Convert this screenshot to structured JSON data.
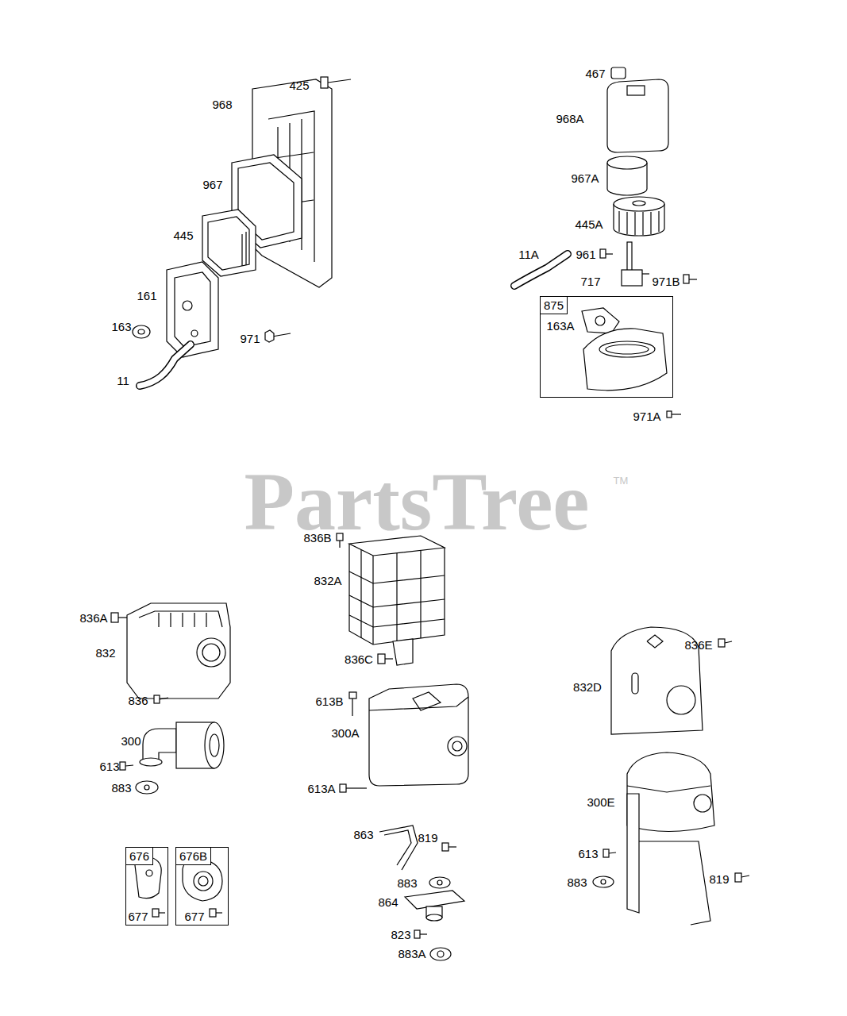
{
  "diagram": {
    "nodes": [
      {
        "text": [
          "875",
          "163A"
        ]
      },
      {
        "text": [
          "676",
          "677"
        ]
      },
      {
        "text": [
          "676B",
          "677"
        ]
      }
    ],
    "labels": [
      "425",
      "968",
      "967",
      "445",
      "161",
      "163",
      "971",
      "11",
      "467",
      "968A",
      "967A",
      "445A",
      "11A",
      "961",
      "717",
      "971B",
      "971A",
      "PartsTree",
      "TM",
      "836A",
      "832",
      "836",
      "300",
      "613",
      "883",
      "836B",
      "832A",
      "836C",
      "613B",
      "300A",
      "613A",
      "863",
      "819",
      "883",
      "864",
      "823",
      "883A",
      "836E",
      "832D",
      "300E",
      "613",
      "883",
      "819"
    ]
  }
}
